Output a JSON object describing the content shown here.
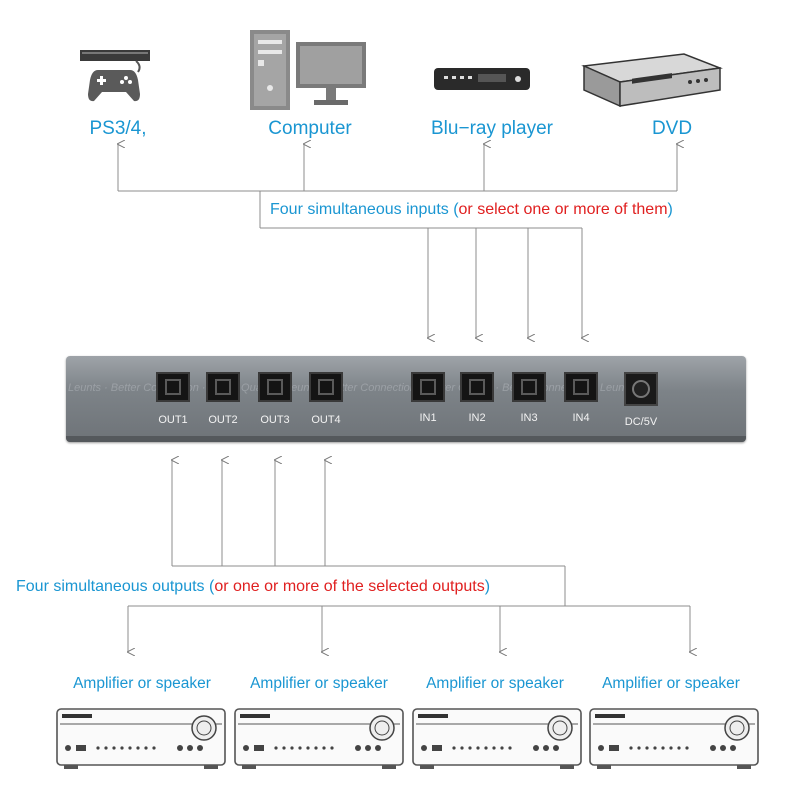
{
  "sources": [
    {
      "label": "PS3/4,",
      "icon": "game-console-icon"
    },
    {
      "label": "Computer",
      "icon": "computer-icon"
    },
    {
      "label": "Blu−ray player",
      "icon": "bluray-player-icon"
    },
    {
      "label": "DVD",
      "icon": "dvd-player-icon"
    }
  ],
  "inputs_caption": {
    "main": "Four simultaneous inputs (",
    "highlight": "or select one or more of them",
    "close": ")"
  },
  "device": {
    "outputs": [
      "OUT1",
      "OUT2",
      "OUT3",
      "OUT4"
    ],
    "inputs": [
      "IN1",
      "IN2",
      "IN3",
      "IN4"
    ],
    "power": "DC/5V"
  },
  "outputs_caption": {
    "main": "Four simultaneous outputs (",
    "highlight": "or one or more of the selected outputs",
    "close": ")"
  },
  "amplifiers": [
    {
      "label": "Amplifier or speaker"
    },
    {
      "label": "Amplifier or speaker"
    },
    {
      "label": "Amplifier or speaker"
    },
    {
      "label": "Amplifier or speaker"
    }
  ],
  "colors": {
    "label_blue": "#1a96d2",
    "highlight_red": "#e02020",
    "line_gray": "#8c8c8c",
    "device_gray": "#7d8388"
  }
}
